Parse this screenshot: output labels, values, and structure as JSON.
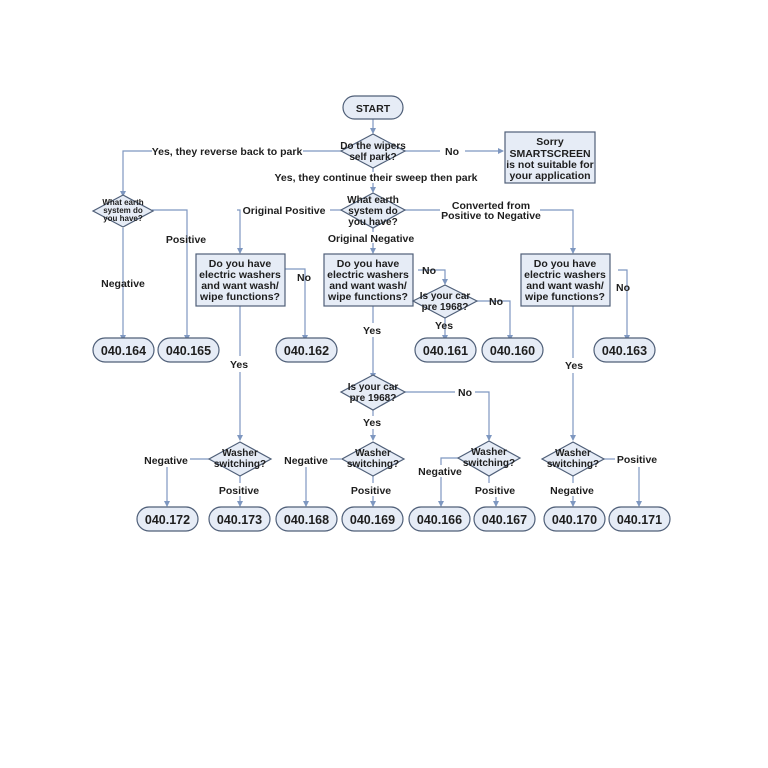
{
  "start": "START",
  "q_self_park": [
    "Do the wipers",
    "self park?"
  ],
  "sorry_box": [
    "Sorry",
    "SMARTSCREEN",
    "is not suitable for",
    "your application"
  ],
  "labels": {
    "reverse": "Yes, they reverse back to park",
    "no_main": "No",
    "continue_sweep": "Yes, they continue their sweep then park",
    "positive_left": "Positive",
    "negative_left": "Negative",
    "original_positive": "Original Positive",
    "original_negative": "Original Negative",
    "converted": [
      "Converted from",
      "Positive to Negative"
    ],
    "no_op": "No",
    "no_on": "No",
    "no_pre1968_a": "No",
    "yes_pre1968_a": "Yes",
    "no_conv": "No",
    "yes_op": "Yes",
    "yes_on": "Yes",
    "yes_conv": "Yes",
    "yes_pre1968_b": "Yes",
    "no_pre1968_b": "No",
    "ws1_neg": "Negative",
    "ws1_pos": "Positive",
    "ws2_neg": "Negative",
    "ws2_pos": "Positive",
    "ws3_neg": "Negative",
    "ws3_pos": "Positive",
    "ws4_neg": "Negative",
    "ws4_pos": "Positive"
  },
  "q_earth_left": [
    "What earth",
    "system do",
    "you have?"
  ],
  "q_earth_main": [
    "What earth",
    "system do",
    "you have?"
  ],
  "q_washers": [
    "Do you have",
    "electric washers",
    "and want wash/",
    "wipe functions?"
  ],
  "q_pre1968": [
    "Is your car",
    "pre 1968?"
  ],
  "q_washer_switching": [
    "Washer",
    "switching?"
  ],
  "terminals": {
    "t164": "040.164",
    "t165": "040.165",
    "t162": "040.162",
    "t161": "040.161",
    "t160": "040.160",
    "t163": "040.163",
    "t172": "040.172",
    "t173": "040.173",
    "t168": "040.168",
    "t169": "040.169",
    "t166": "040.166",
    "t167": "040.167",
    "t170": "040.170",
    "t171": "040.171"
  }
}
